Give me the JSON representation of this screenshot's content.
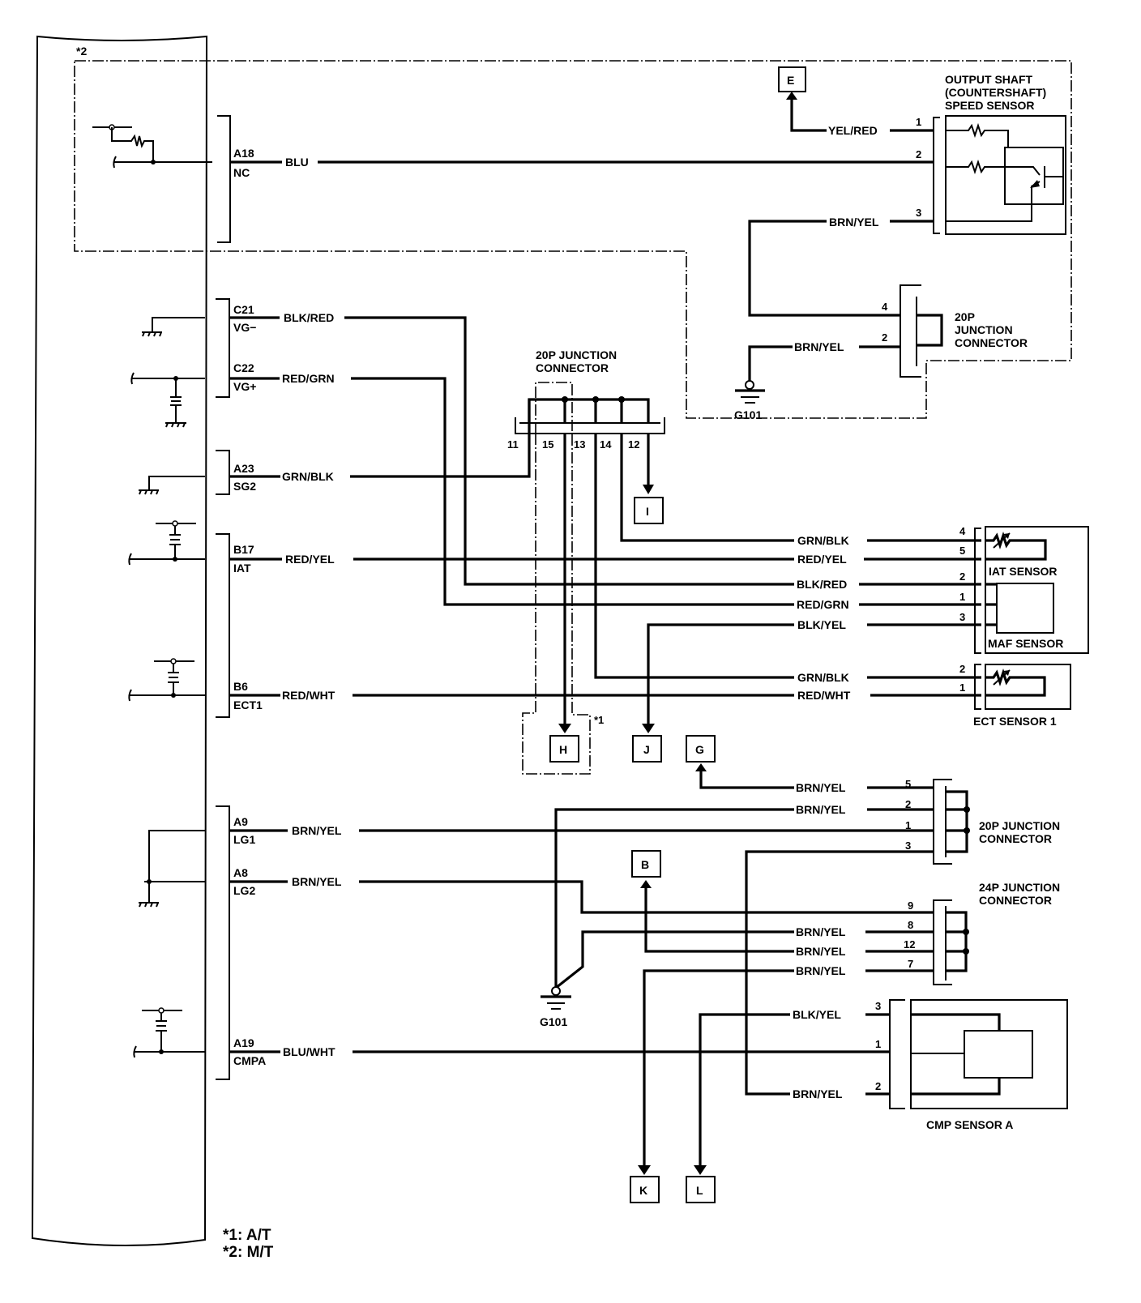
{
  "diagram": {
    "ecm_module": {
      "mt_note_marker": "*2",
      "terminals": [
        {
          "pin": "A18",
          "name": "NC",
          "wire": "BLU"
        },
        {
          "pin": "C21",
          "name": "VG−",
          "wire": "BLK/RED"
        },
        {
          "pin": "C22",
          "name": "VG+",
          "wire": "RED/GRN"
        },
        {
          "pin": "A23",
          "name": "SG2",
          "wire": "GRN/BLK"
        },
        {
          "pin": "B17",
          "name": "IAT",
          "wire": "RED/YEL"
        },
        {
          "pin": "B6",
          "name": "ECT1",
          "wire": "RED/WHT"
        },
        {
          "pin": "A9",
          "name": "LG1",
          "wire": "BRN/YEL"
        },
        {
          "pin": "A8",
          "name": "LG2",
          "wire": "BRN/YEL"
        },
        {
          "pin": "A19",
          "name": "CMPA",
          "wire": "BLU/WHT"
        }
      ]
    },
    "output_shaft_sensor": {
      "title_lines": [
        "OUTPUT SHAFT",
        "(COUNTERSHAFT)",
        "SPEED SENSOR"
      ],
      "pins": [
        {
          "pin": "1",
          "wire": "YEL/RED"
        },
        {
          "pin": "2",
          "wire": ""
        },
        {
          "pin": "3",
          "wire": "BRN/YEL"
        }
      ]
    },
    "jc_20p_top": {
      "title_lines": [
        "20P",
        "JUNCTION",
        "CONNECTOR"
      ],
      "pins": [
        {
          "pin": "4"
        },
        {
          "pin": "2",
          "wire": "BRN/YEL"
        }
      ]
    },
    "ground_top": {
      "label": "G101"
    },
    "jc_20p_mid": {
      "title_lines": [
        "20P JUNCTION",
        "CONNECTOR"
      ],
      "pins": [
        "11",
        "15",
        "13",
        "14",
        "12"
      ]
    },
    "iat_maf": {
      "wires": [
        {
          "pin": "4",
          "wire": "GRN/BLK"
        },
        {
          "pin": "5",
          "wire": "RED/YEL"
        },
        {
          "pin": "2",
          "wire": "BLK/RED"
        },
        {
          "pin": "1",
          "wire": "RED/GRN"
        },
        {
          "pin": "3",
          "wire": "BLK/YEL"
        }
      ],
      "iat_label": "IAT SENSOR",
      "maf_label": "MAF SENSOR"
    },
    "ect_sensor": {
      "wires": [
        {
          "pin": "2",
          "wire": "GRN/BLK"
        },
        {
          "pin": "1",
          "wire": "RED/WHT"
        }
      ],
      "label": "ECT SENSOR 1"
    },
    "jc_20p_bottom": {
      "title_lines": [
        "20P JUNCTION",
        "CONNECTOR"
      ],
      "wires": [
        {
          "pin": "5",
          "wire": "BRN/YEL"
        },
        {
          "pin": "2",
          "wire": "BRN/YEL"
        },
        {
          "pin": "1",
          "wire": ""
        },
        {
          "pin": "3",
          "wire": ""
        }
      ]
    },
    "jc_24p": {
      "title_lines": [
        "24P JUNCTION",
        "CONNECTOR"
      ],
      "wires": [
        {
          "pin": "9",
          "wire": ""
        },
        {
          "pin": "8",
          "wire": "BRN/YEL"
        },
        {
          "pin": "12",
          "wire": "BRN/YEL"
        },
        {
          "pin": "7",
          "wire": "BRN/YEL"
        }
      ]
    },
    "cmp_sensor": {
      "label": "CMP SENSOR A",
      "wires": [
        {
          "pin": "3",
          "wire": "BLK/YEL"
        },
        {
          "pin": "1",
          "wire": ""
        },
        {
          "pin": "2",
          "wire": "BRN/YEL"
        }
      ]
    },
    "ground_bottom": {
      "label": "G101"
    },
    "off_page": [
      "E",
      "I",
      "H",
      "J",
      "G",
      "B",
      "K",
      "L"
    ],
    "at_note_marker": "*1",
    "notes": [
      "*1: A/T",
      "*2: M/T"
    ]
  }
}
